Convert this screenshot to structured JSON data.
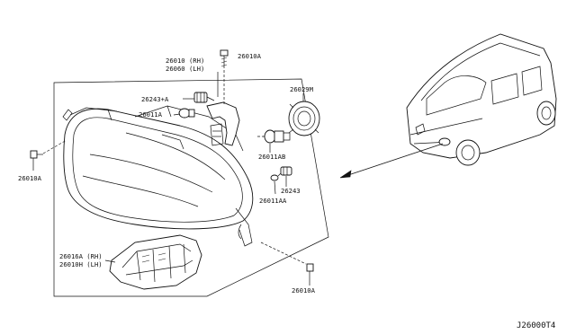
{
  "callouts": {
    "bolt_top": "26010A",
    "headlamp_rh": "26010 (RH)",
    "headlamp_lh": "26060 (LH)",
    "bulb_socket": "26243+A",
    "bulb_small": "26011A",
    "cover": "26029M",
    "bulb_main": "26011AB",
    "side_socket": "26243",
    "side_bulb": "26011AA",
    "bolt_left": "26010A",
    "bracket_rh": "26016A (RH)",
    "bracket_lh": "26010H (LH)",
    "bolt_bottom": "26010A"
  },
  "diagram_ref": "J26000T4"
}
